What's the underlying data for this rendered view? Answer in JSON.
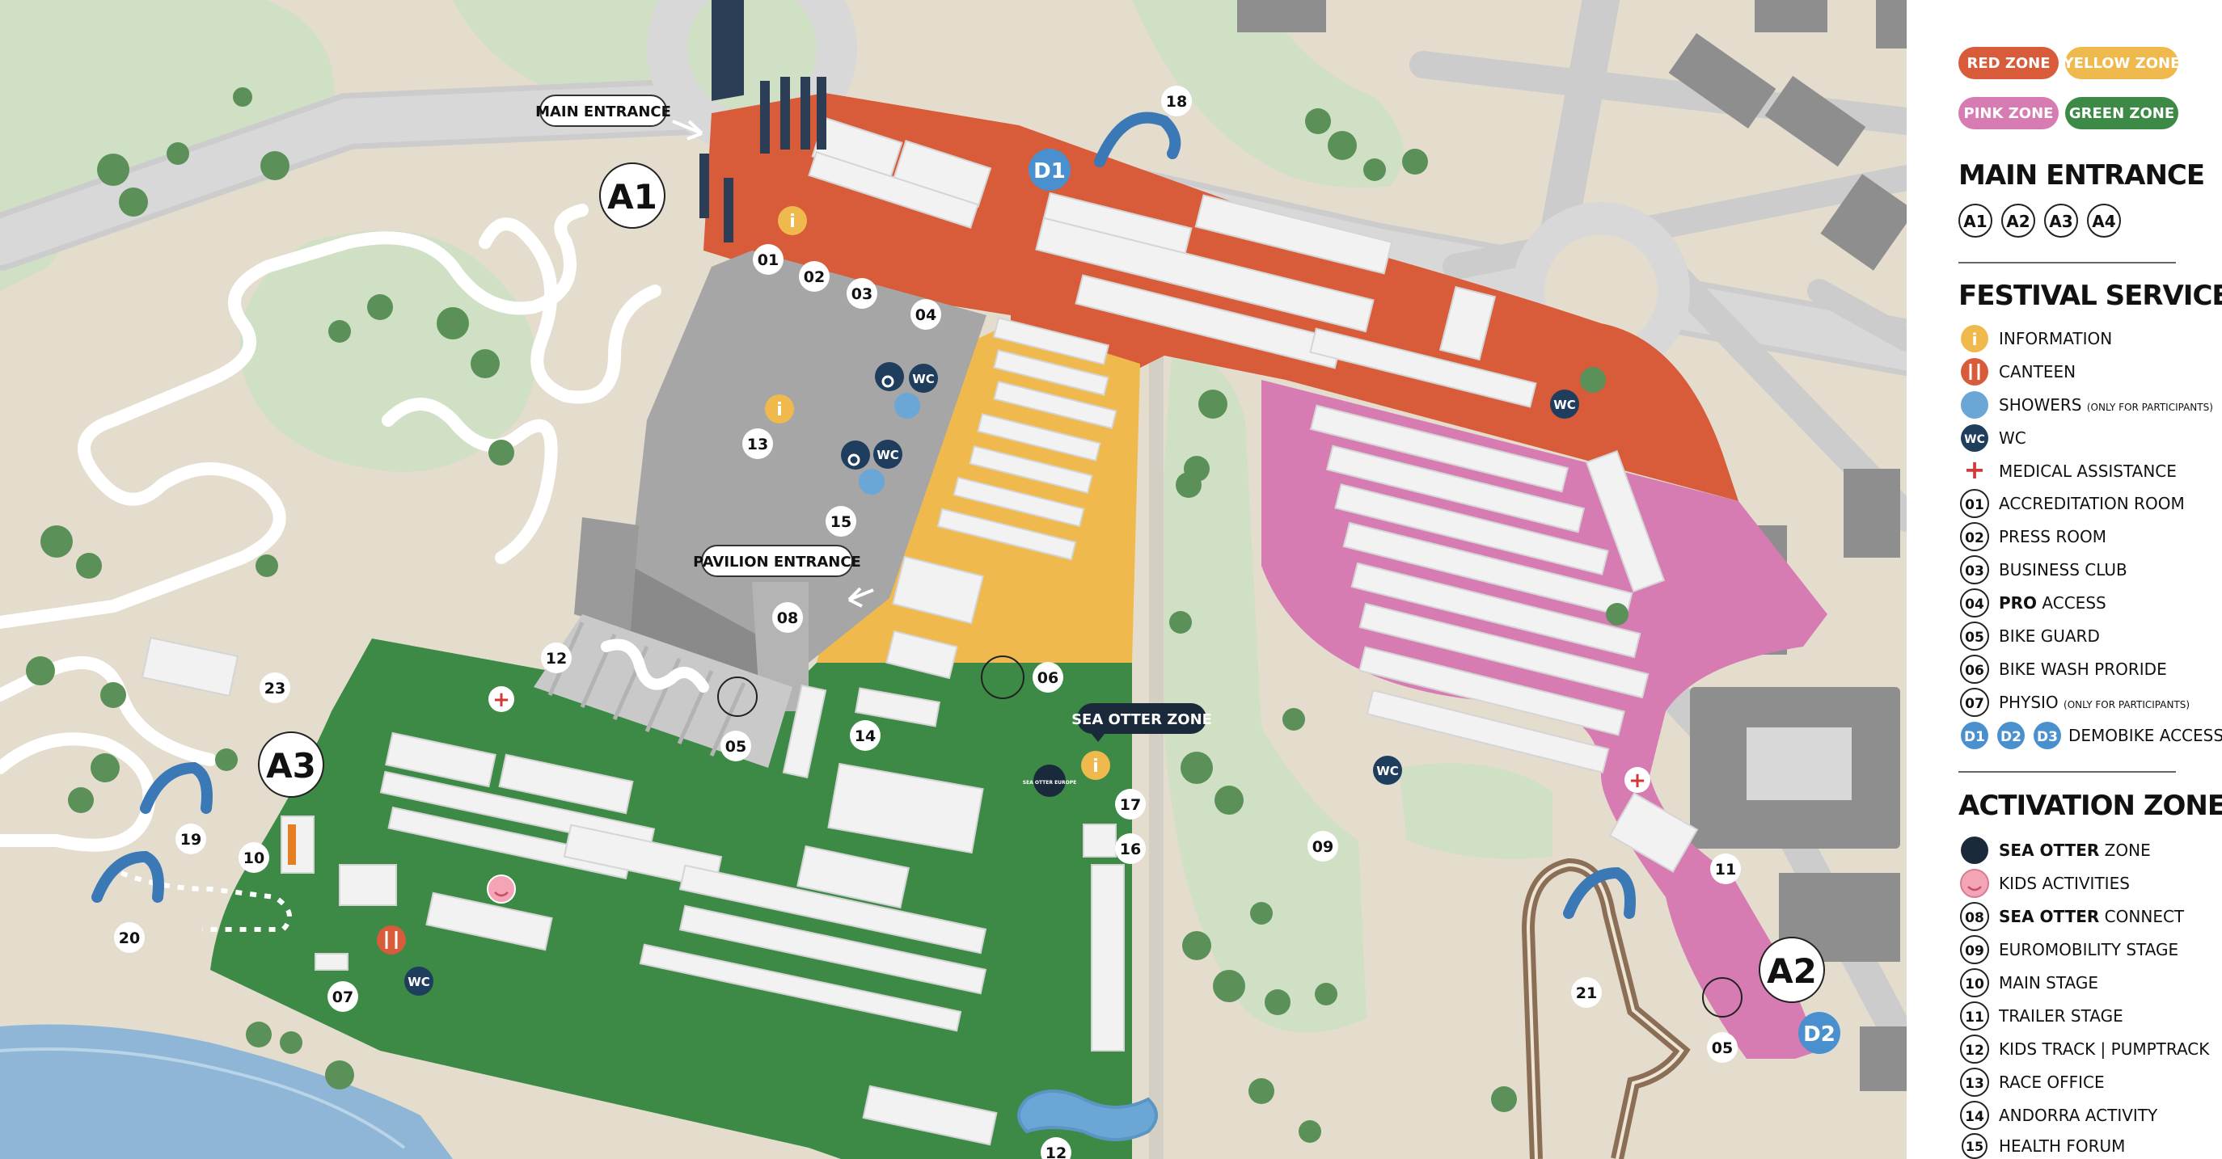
{
  "map": {
    "labels": {
      "main_entrance_tag": "MAIN ENTRANCE",
      "pavilion_entrance_tag": "PAVILION ENTRANCE",
      "sea_otter_zone_tag": "SEA OTTER ZONE",
      "sea_otter_logo": "SEA OTTER EUROPE"
    },
    "access_points": [
      {
        "id": "a1",
        "label": "A1"
      },
      {
        "id": "a2",
        "label": "A2"
      },
      {
        "id": "a3",
        "label": "A3"
      }
    ],
    "demobike_points": [
      {
        "id": "d1",
        "label": "D1"
      },
      {
        "id": "d2",
        "label": "D2"
      }
    ],
    "service_icons": {
      "info": "i",
      "wc": "WC",
      "medical": "+"
    },
    "number_markers": [
      "01",
      "02",
      "03",
      "04",
      "05",
      "05",
      "06",
      "07",
      "08",
      "09",
      "10",
      "11",
      "12",
      "12",
      "13",
      "14",
      "15",
      "16",
      "17",
      "18",
      "19",
      "20",
      "21",
      "23"
    ]
  },
  "legend": {
    "zones": [
      {
        "label": "RED ZONE",
        "color": "#d85b3a"
      },
      {
        "label": "YELLOW ZONE",
        "color": "#efb94e"
      },
      {
        "label": "PINK ZONE",
        "color": "#d77bb3"
      },
      {
        "label": "GREEN ZONE",
        "color": "#3c8a45"
      }
    ],
    "main_entrance": {
      "title": "MAIN ENTRANCE",
      "items": [
        "A1",
        "A2",
        "A3",
        "A4"
      ]
    },
    "festival_services": {
      "title": "FESTIVAL SERVICES",
      "items": [
        {
          "badge": "i",
          "label": "INFORMATION",
          "note": "",
          "icon": "info-icon",
          "color": "#efb94e"
        },
        {
          "badge": "",
          "label": "CANTEEN",
          "note": "",
          "icon": "fork-knife-icon",
          "color": "#d85b3a"
        },
        {
          "badge": "",
          "label": "SHOWERS",
          "note": "(ONLY FOR PARTICIPANTS)",
          "icon": "shower-icon",
          "color": "#6aa6d6"
        },
        {
          "badge": "WC",
          "label": "WC",
          "note": "",
          "icon": "wc-icon",
          "color": "#1f3d5c"
        },
        {
          "badge": "+",
          "label": "MEDICAL ASSISTANCE",
          "note": "",
          "icon": "medical-cross-icon",
          "color": "#d23a3a"
        },
        {
          "badge": "01",
          "label": "ACCREDITATION ROOM",
          "note": ""
        },
        {
          "badge": "02",
          "label": "PRESS ROOM",
          "note": ""
        },
        {
          "badge": "03",
          "label": "BUSINESS CLUB",
          "note": ""
        },
        {
          "badge": "04",
          "label_bold": "PRO",
          "label": " ACCESS",
          "note": ""
        },
        {
          "badge": "05",
          "label": "BIKE GUARD",
          "note": ""
        },
        {
          "badge": "06",
          "label": "BIKE WASH PRORIDE",
          "note": ""
        },
        {
          "badge": "07",
          "label": "PHYSIO",
          "note": "(ONLY FOR PARTICIPANTS)"
        }
      ],
      "demobike": {
        "badges": [
          "D1",
          "D2",
          "D3"
        ],
        "label": "DEMOBIKE ACCESS"
      }
    },
    "activation_zone": {
      "title": "ACTIVATION ZONE",
      "items": [
        {
          "badge": "",
          "label_bold": "SEA OTTER",
          "label": " ZONE",
          "icon": "sea-otter-icon"
        },
        {
          "badge": "",
          "label": "KIDS ACTIVITIES",
          "icon": "smiley-icon"
        },
        {
          "badge": "08",
          "label_bold": "SEA OTTER",
          "label": " CONNECT"
        },
        {
          "badge": "09",
          "label": "EUROMOBILITY STAGE"
        },
        {
          "badge": "10",
          "label": "MAIN STAGE"
        },
        {
          "badge": "11",
          "label": "TRAILER STAGE"
        },
        {
          "badge": "12",
          "label": "KIDS TRACK | PUMPTRACK"
        },
        {
          "badge": "13",
          "label": "RACE OFFICE"
        },
        {
          "badge": "14",
          "label": "ANDORRA ACTIVITY"
        },
        {
          "badge": "15",
          "label": "HEALTH FORUM"
        }
      ]
    }
  }
}
